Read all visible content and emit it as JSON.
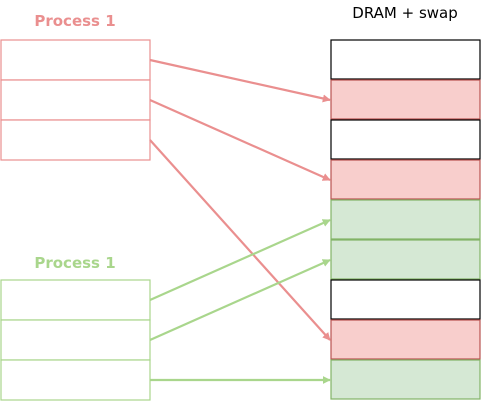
{
  "process_a": {
    "title": "Process 1",
    "color": "#ea8f8f",
    "page_count": 3
  },
  "process_b": {
    "title": "Process 1",
    "color": "#a9d68c",
    "page_count": 3
  },
  "memory": {
    "title": "DRAM + swap",
    "frame_count": 9,
    "frames": [
      {
        "owner": "none"
      },
      {
        "owner": "process_a"
      },
      {
        "owner": "none"
      },
      {
        "owner": "process_a"
      },
      {
        "owner": "process_b"
      },
      {
        "owner": "process_b"
      },
      {
        "owner": "none"
      },
      {
        "owner": "process_a"
      },
      {
        "owner": "process_b"
      }
    ]
  },
  "mappings": [
    {
      "process": "process_a",
      "page": 0,
      "frame": 1
    },
    {
      "process": "process_a",
      "page": 1,
      "frame": 3
    },
    {
      "process": "process_a",
      "page": 2,
      "frame": 7
    },
    {
      "process": "process_b",
      "page": 0,
      "frame": 4
    },
    {
      "process": "process_b",
      "page": 1,
      "frame": 5
    },
    {
      "process": "process_b",
      "page": 2,
      "frame": 8
    }
  ],
  "colors": {
    "process_a_fill": "#f8cecc",
    "process_a_stroke": "#b85450",
    "process_b_fill": "#d5e8d4",
    "process_b_stroke": "#82b366",
    "empty_frame_fill": "#ffffff",
    "empty_frame_stroke": "#000000",
    "process_a_arrow": "#ea8f8f",
    "process_b_arrow": "#a9d68c"
  }
}
